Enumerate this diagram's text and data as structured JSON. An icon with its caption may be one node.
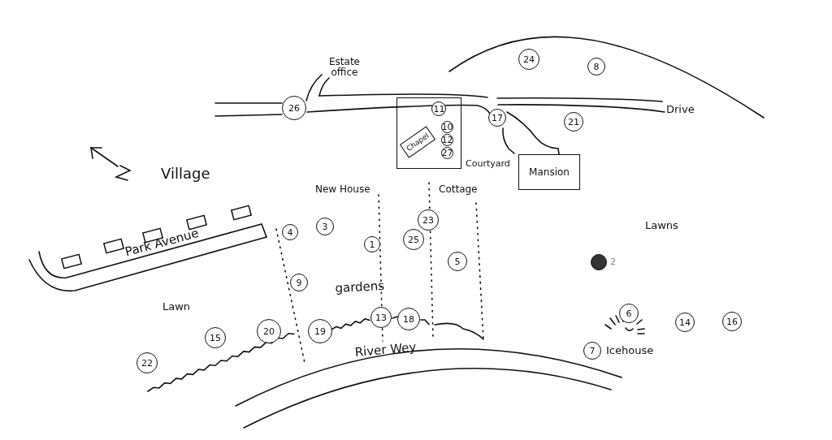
{
  "diagram": {
    "nodes": [
      {
        "text": [
          "24"
        ]
      },
      {
        "text": [
          "8"
        ]
      },
      {
        "text": [
          "26"
        ]
      },
      {
        "text": [
          "Courtyard"
        ]
      },
      {
        "text": [
          "11"
        ],
        "in": 3
      },
      {
        "text": [
          "Chapel"
        ],
        "in": 3
      },
      {
        "text": [
          "10"
        ],
        "in": 3
      },
      {
        "text": [
          "12"
        ],
        "in": 3
      },
      {
        "text": [
          "27"
        ],
        "in": 3
      },
      {
        "text": [
          "17"
        ]
      },
      {
        "text": [
          "21"
        ]
      },
      {
        "text": [
          "Mansion"
        ]
      },
      {
        "text": [
          "23"
        ]
      },
      {
        "text": [
          "4"
        ]
      },
      {
        "text": [
          "3"
        ]
      },
      {
        "text": [
          "25"
        ]
      },
      {
        "text": [
          "1"
        ]
      },
      {
        "text": [],
        "shape": "circle",
        "beside": [
          "2"
        ]
      },
      {
        "text": [
          "5"
        ]
      },
      {
        "text": [
          "9"
        ]
      },
      {
        "text": [
          "6"
        ]
      },
      {
        "text": [
          "13"
        ]
      },
      {
        "text": [
          "18"
        ]
      },
      {
        "text": [
          "14"
        ]
      },
      {
        "text": [
          "16"
        ]
      },
      {
        "text": [
          "19"
        ]
      },
      {
        "text": [
          "20"
        ]
      },
      {
        "text": [
          "15"
        ]
      },
      {
        "text": [
          "7"
        ]
      },
      {
        "text": [
          "22"
        ]
      }
    ],
    "labels": [
      "Estate office",
      "Drive",
      "Village",
      "New House",
      "Cottage",
      "Park Avenue",
      "Lawns",
      "gardens",
      "Lawn",
      "River Wey",
      "Icehouse"
    ]
  }
}
